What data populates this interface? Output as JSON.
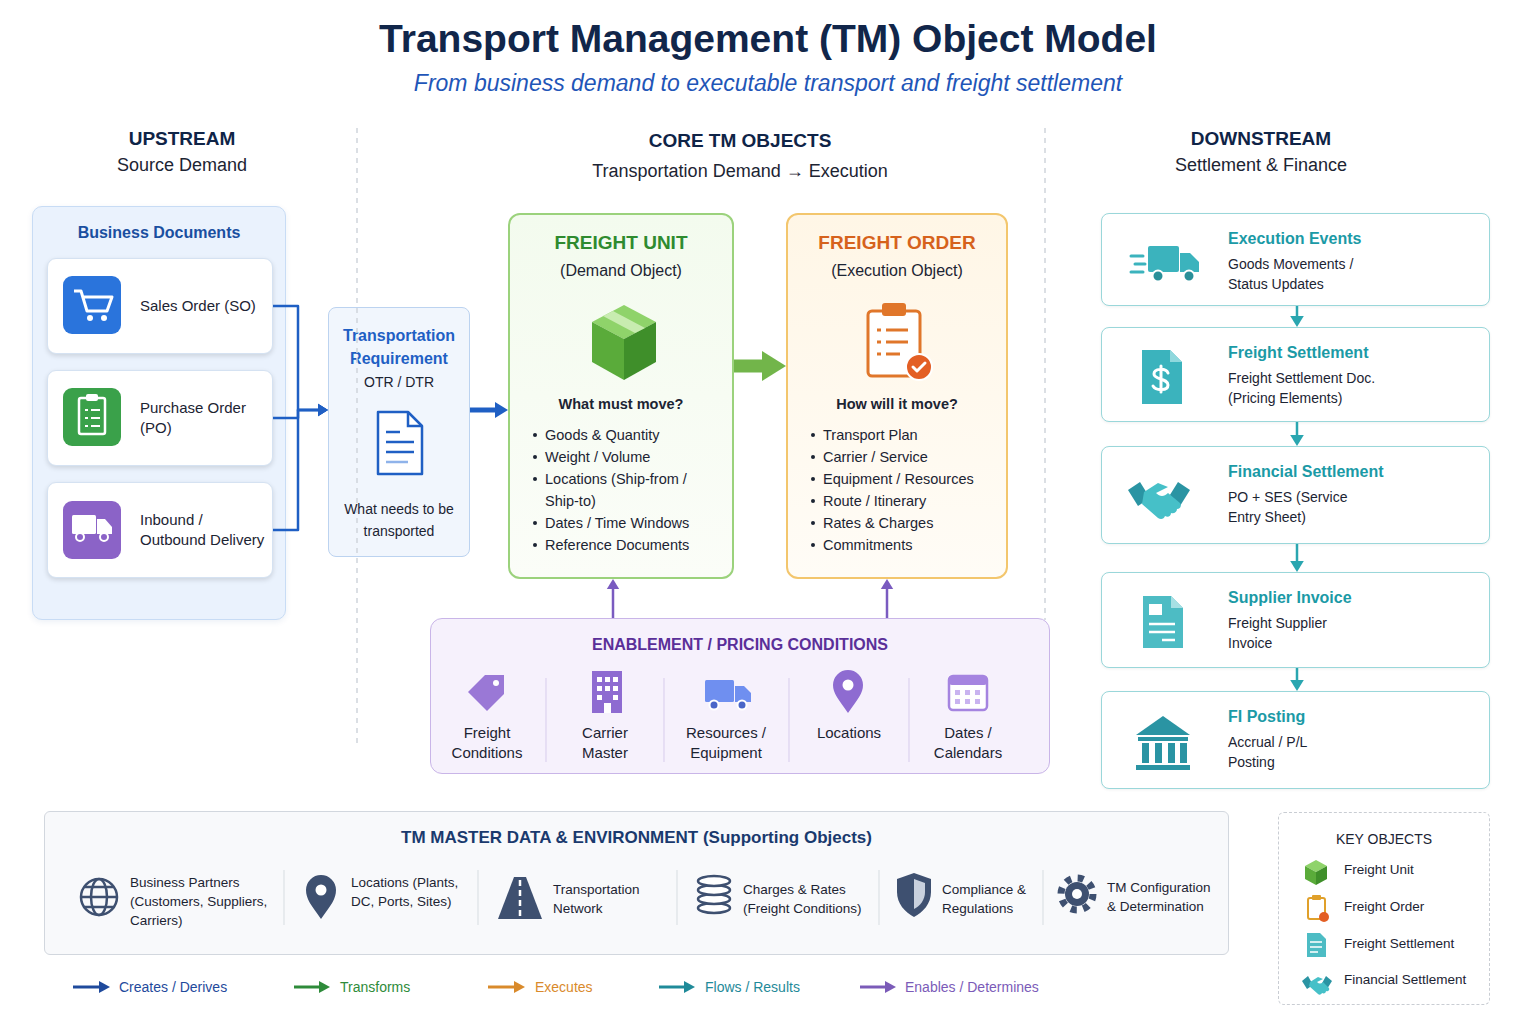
{
  "diagram": {
    "title": "Transport Management (TM) Object Model",
    "caption": "From business demand to executable transport and freight settlement",
    "nodes": [
      {
        "text": [
          "Business Documents"
        ]
      },
      {
        "text": [
          "Sales Order (SO)"
        ],
        "in": 0
      },
      {
        "text": [
          "Purchase Order (PO)"
        ],
        "in": 0
      },
      {
        "text": [
          "Inbound / Outbound Delivery"
        ],
        "in": 0
      },
      {
        "text": [
          "Transportation Requirement",
          "OTR / DTR",
          "What needs to be transported"
        ]
      },
      {
        "text": [
          "FREIGHT UNIT",
          "(Demand Object)",
          "What must move?",
          "Goods & Quantity",
          "Weight / Volume",
          "Locations (Ship-from / Ship-to)",
          "Dates / Time Windows",
          "Reference Documents"
        ]
      },
      {
        "text": [
          "FREIGHT ORDER",
          "(Execution Object)",
          "How will it move?",
          "Transport Plan",
          "Carrier / Service",
          "Equipment / Resources",
          "Route / Itinerary",
          "Rates & Charges",
          "Commitments"
        ]
      },
      {
        "text": [
          "ENABLEMENT / PRICING CONDITIONS"
        ]
      },
      {
        "text": [
          "Execution Events",
          "Goods Movements / Status Updates"
        ]
      },
      {
        "text": [
          "Freight Settlement",
          "Freight Settlement Doc. (Pricing Elements)"
        ]
      },
      {
        "text": [
          "Financial Settlement",
          "PO + SES (Service Entry Sheet)"
        ]
      },
      {
        "text": [
          "Supplier Invoice",
          "Freight Supplier Invoice"
        ]
      },
      {
        "text": [
          "FI Posting",
          "Accrual / P/L Posting"
        ]
      },
      {
        "text": [
          "TM MASTER DATA & ENVIRONMENT (Supporting Objects)"
        ]
      },
      {
        "text": [
          "KEY OBJECTS"
        ]
      }
    ],
    "edges": [
      {
        "from": 1,
        "to": 4,
        "arrow": "to"
      },
      {
        "from": 2,
        "to": 4,
        "arrow": "to"
      },
      {
        "from": 3,
        "to": 4,
        "arrow": "to"
      },
      {
        "from": 4,
        "to": 5,
        "arrow": "to"
      },
      {
        "from": 5,
        "to": 6,
        "arrow": "to"
      },
      {
        "from": 7,
        "to": 5,
        "arrow": "to"
      },
      {
        "from": 7,
        "to": 6,
        "arrow": "to"
      },
      {
        "from": 8,
        "to": 9,
        "arrow": "to"
      },
      {
        "from": 9,
        "to": 10,
        "arrow": "to"
      },
      {
        "from": 10,
        "to": 11,
        "arrow": "to"
      },
      {
        "from": 11,
        "to": 12,
        "arrow": "to"
      }
    ],
    "labels": [
      "UPSTREAM",
      "Source Demand",
      "CORE TM OBJECTS",
      "Transportation Demand → Execution",
      "DOWNSTREAM",
      "Settlement & Finance",
      "Freight Conditions",
      "Carrier Master",
      "Resources / Equipment",
      "Locations",
      "Dates / Calendars",
      "Business Partners (Customers, Suppliers, Carriers)",
      "Locations (Plants, DC, Ports, Sites)",
      "Transportation Network",
      "Charges & Rates (Freight Conditions)",
      "Compliance & Regulations",
      "TM Configuration & Determination"
    ],
    "legend": [
      {
        "text": "Freight Unit"
      },
      {
        "text": "Freight Order"
      },
      {
        "text": "Freight Settlement"
      },
      {
        "text": "Financial Settlement"
      },
      {
        "text": "Creates / Derives"
      },
      {
        "text": "Transforms"
      },
      {
        "text": "Executes"
      },
      {
        "text": "Flows / Results"
      },
      {
        "text": "Enables / Determines"
      }
    ]
  }
}
